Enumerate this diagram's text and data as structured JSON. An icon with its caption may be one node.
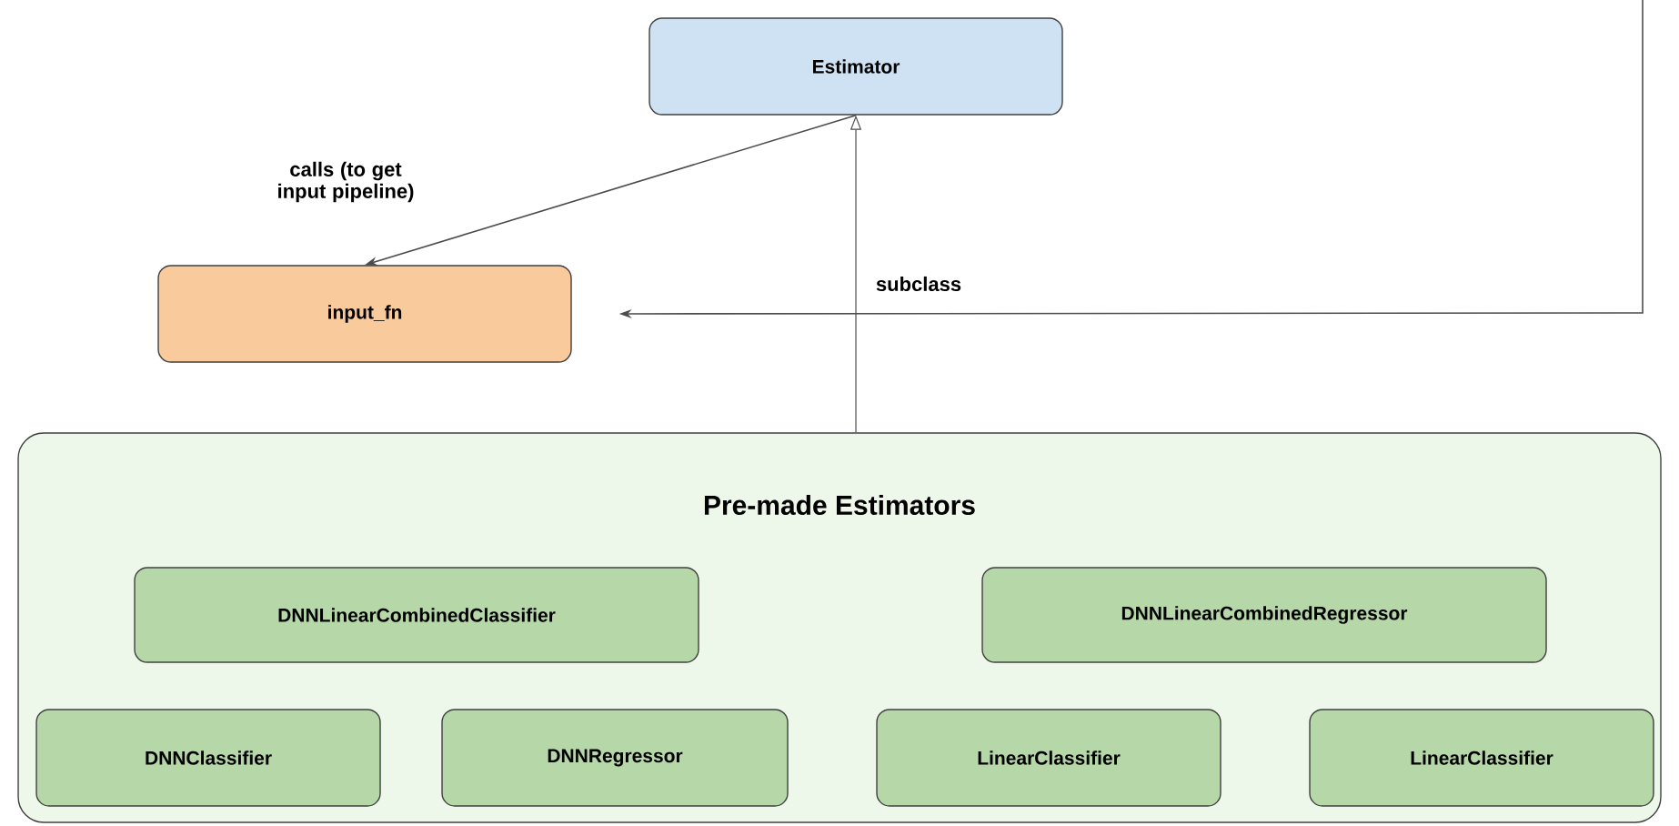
{
  "diagram": {
    "nodes": [
      {
        "text": [
          "Estimator"
        ]
      },
      {
        "text": [
          "input_fn"
        ]
      },
      {
        "text": [
          "Pre-made Estimators"
        ]
      },
      {
        "text": [
          "DNNLinearCombinedClassifier"
        ],
        "in": 2
      },
      {
        "text": [
          "DNNLinearCombinedRegressor"
        ],
        "in": 2
      },
      {
        "text": [
          "DNNClassifier"
        ],
        "in": 2
      },
      {
        "text": [
          "DNNRegressor"
        ],
        "in": 2
      },
      {
        "text": [
          "LinearClassifier"
        ],
        "in": 2
      },
      {
        "text": [
          "LinearClassifier"
        ],
        "in": 2
      }
    ],
    "edges": [
      {
        "from": 0,
        "to": 1,
        "arrow": "to",
        "label": "calls (to get input pipeline)"
      },
      {
        "from": 2,
        "to": 0,
        "arrow": "to",
        "label": "subclass"
      },
      {
        "from": null,
        "to": 1,
        "arrow": "to"
      }
    ]
  }
}
